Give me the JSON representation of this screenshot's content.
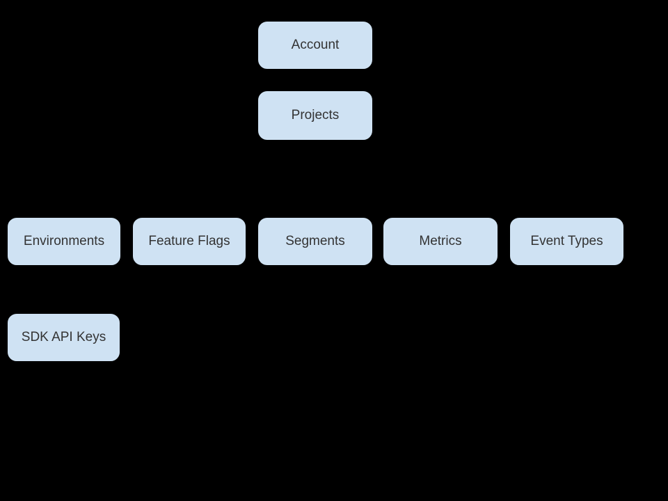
{
  "diagram": {
    "background_color": "#000000",
    "node_fill_color": "#cfe2f3",
    "node_border_color": "#000000",
    "node_text_color": "#333333",
    "nodes": [
      {
        "id": "account",
        "label": "Account"
      },
      {
        "id": "projects",
        "label": "Projects"
      },
      {
        "id": "environments",
        "label": "Environments"
      },
      {
        "id": "feature_flags",
        "label": "Feature Flags"
      },
      {
        "id": "segments",
        "label": "Segments"
      },
      {
        "id": "metrics",
        "label": "Metrics"
      },
      {
        "id": "event_types",
        "label": "Event Types"
      },
      {
        "id": "sdk_api_keys",
        "label": "SDK API Keys"
      }
    ]
  }
}
